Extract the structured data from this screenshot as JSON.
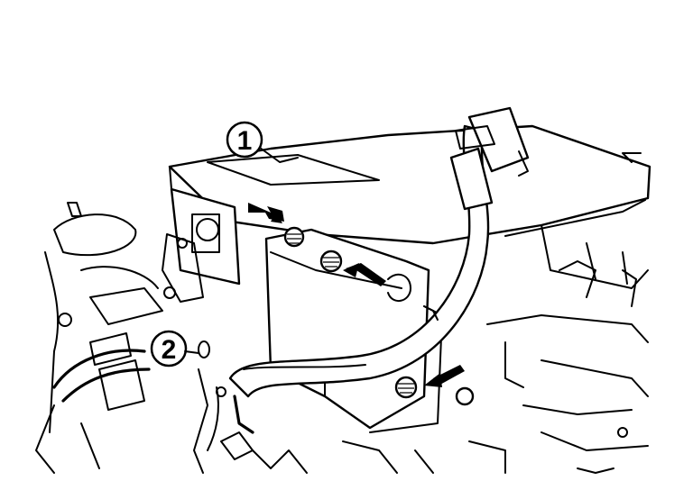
{
  "callouts": [
    {
      "id": "callout-1",
      "label": "1"
    },
    {
      "id": "callout-2",
      "label": "2"
    }
  ],
  "icons": {
    "arrow": "arrow-icon",
    "bolt": "bolt-icon"
  },
  "colors": {
    "line": "#000000",
    "background": "#ffffff"
  }
}
